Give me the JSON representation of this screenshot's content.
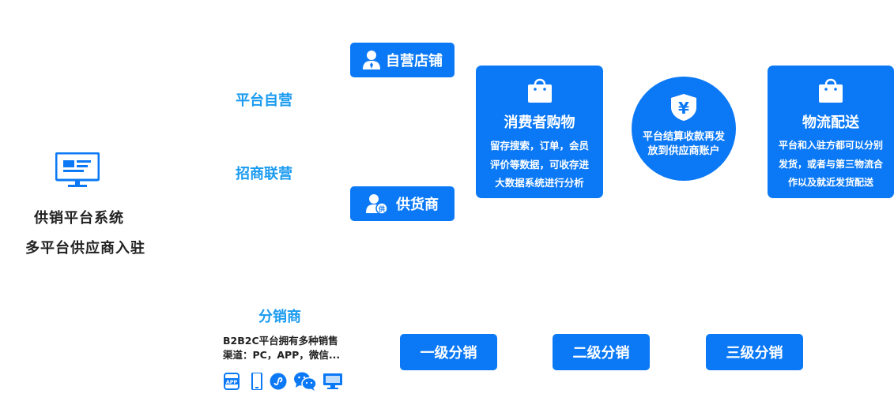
{
  "left": {
    "line1": "供销平台系统",
    "line2": "多平台供应商入驻"
  },
  "mode_labels": {
    "self": "平台自营",
    "merchant": "招商联营"
  },
  "buttons": {
    "self_store": "自营店铺",
    "supplier": "供货商"
  },
  "consumer_card": {
    "title": "消费者购物",
    "desc": [
      "留存搜索，订单，会员",
      "评价等数据，可收存进",
      "大数据系统进行分析"
    ]
  },
  "settle_circle": {
    "symbol": "¥",
    "text": [
      "平台结算收款再发",
      "放到供应商账户"
    ]
  },
  "logistics_card": {
    "title": "物流配送",
    "desc": [
      "平台和入驻方都可以分别",
      "发货，或者与第三物流合",
      "作以及就近发货配送"
    ]
  },
  "distributor": {
    "title": "分销商",
    "desc1": "B2B2C平台拥有多种销售",
    "desc2": "渠道：PC，APP，微信...",
    "app_badge": "APP",
    "channels": [
      "app-icon",
      "phone-icon",
      "miniprogram-icon",
      "wechat-icon",
      "pc-icon"
    ]
  },
  "levels": [
    "一级分销",
    "二级分销",
    "三级分销"
  ],
  "colors": {
    "accent": "#0b79f5",
    "label_blue": "#1a9bf0"
  }
}
